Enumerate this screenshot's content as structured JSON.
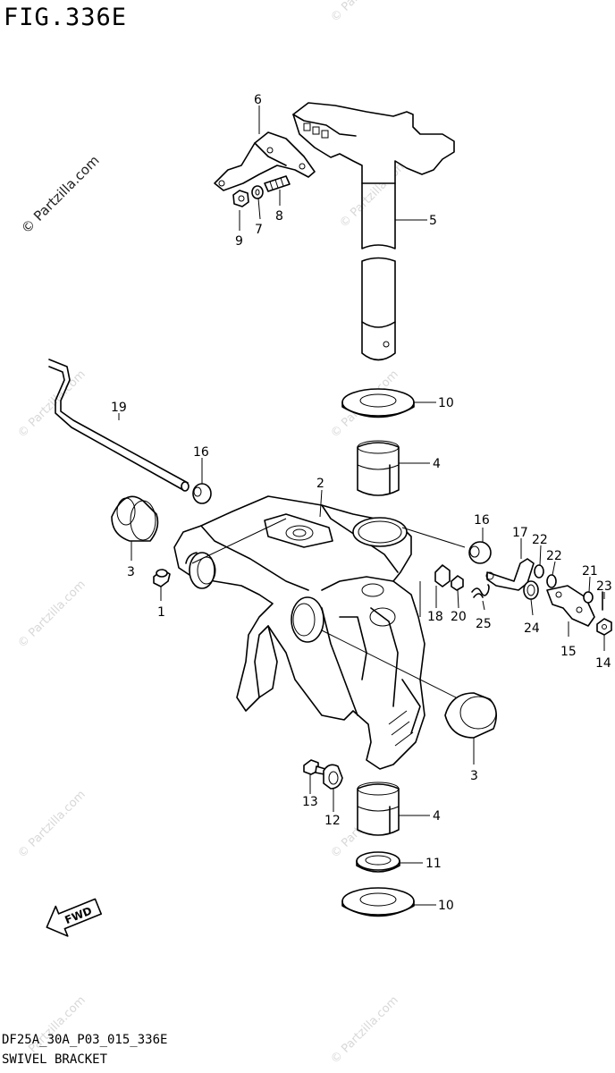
{
  "figure": {
    "title": "FIG.336E",
    "code": "DF25A_30A_P03_015_336E",
    "name": "SWIVEL BRACKET"
  },
  "watermark": "© Partzilla.com",
  "fwd_arrow_label": "FWD",
  "callouts": {
    "c1": "1",
    "c2": "2",
    "c3a": "3",
    "c3b": "3",
    "c4a": "4",
    "c4b": "4",
    "c5": "5",
    "c6": "6",
    "c7": "7",
    "c8": "8",
    "c9": "9",
    "c10a": "10",
    "c10b": "10",
    "c11": "11",
    "c12": "12",
    "c13": "13",
    "c14": "14",
    "c15": "15",
    "c16a": "16",
    "c16b": "16",
    "c17": "17",
    "c18": "18",
    "c19": "19",
    "c20": "20",
    "c21": "21",
    "c22a": "22",
    "c22b": "22",
    "c23": "23",
    "c24": "24",
    "c25": "25"
  }
}
